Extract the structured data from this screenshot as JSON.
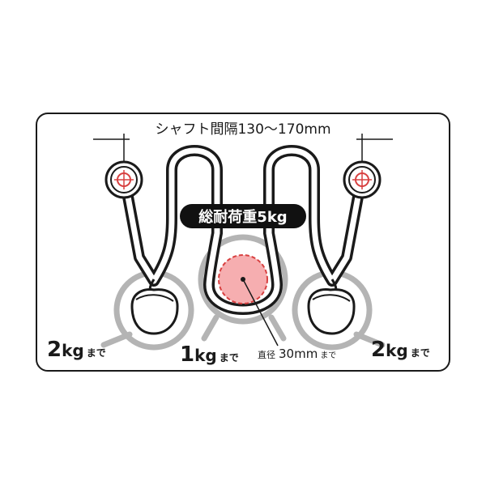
{
  "diagram": {
    "shaft_spacing_label": "シャフト間隔130〜170mm",
    "total_load_label": "総耐荷重5kg",
    "left_capacity": {
      "value": "2",
      "unit": "kg",
      "suffix": "まで"
    },
    "center_capacity": {
      "value": "1",
      "unit": "kg",
      "suffix": "まで"
    },
    "right_capacity": {
      "value": "2",
      "unit": "kg",
      "suffix": "まで"
    },
    "diameter_note": {
      "prefix": "直径",
      "value": "30mm",
      "suffix": "まで"
    }
  },
  "colors": {
    "outline": "#1a1a1a",
    "gray_ring": "#b4b4b4",
    "pink_fill": "#f6aeb0",
    "pink_dash": "#d84040",
    "label_bg": "#111111"
  }
}
